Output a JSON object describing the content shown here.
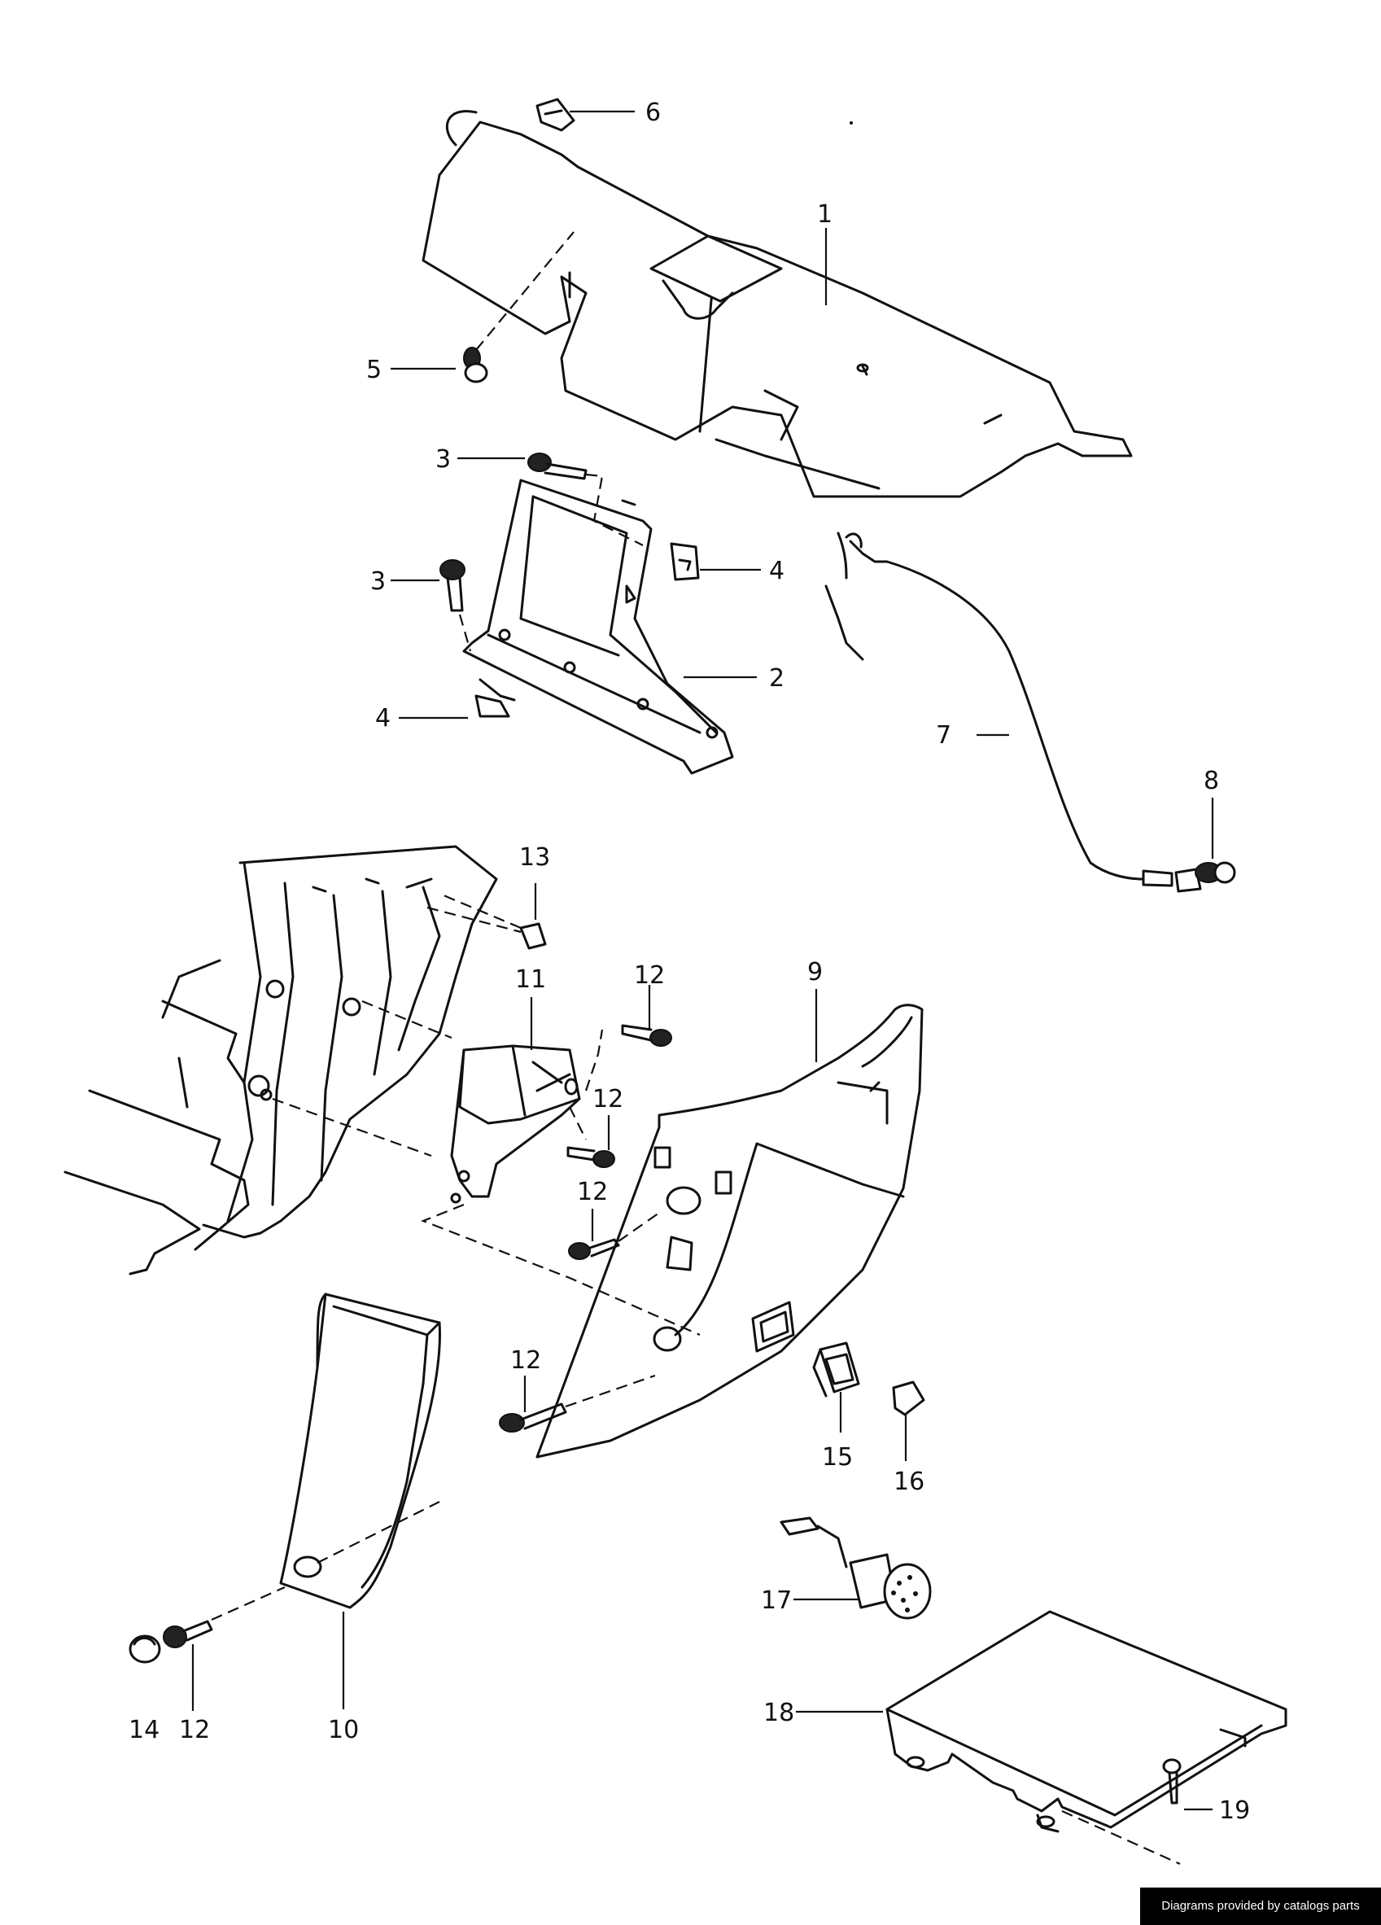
{
  "callouts": {
    "c1": "1",
    "c2": "2",
    "c3a": "3",
    "c3b": "3",
    "c4a": "4",
    "c4b": "4",
    "c5": "5",
    "c6": "6",
    "c7": "7",
    "c8": "8",
    "c9": "9",
    "c10": "10",
    "c11": "11",
    "c12a": "12",
    "c12b": "12",
    "c12c": "12",
    "c12d": "12",
    "c12e": "12",
    "c13": "13",
    "c14": "14",
    "c15": "15",
    "c16": "16",
    "c17": "17",
    "c18": "18",
    "c19": "19"
  },
  "credit": "Diagrams provided by catalogs parts"
}
